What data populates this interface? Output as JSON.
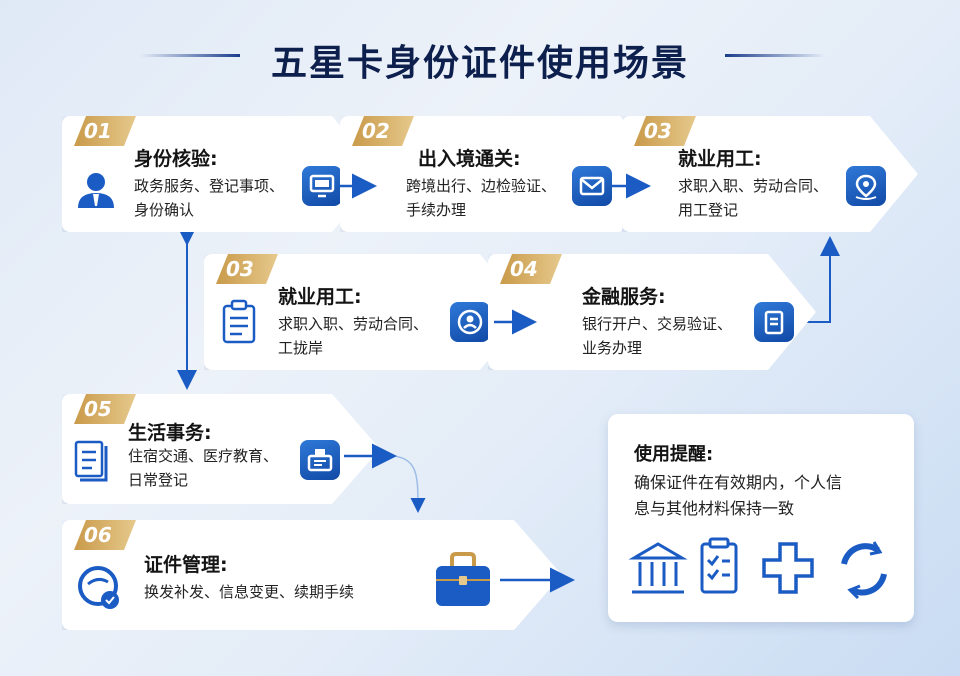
{
  "title": "五星卡身份证件使用场景",
  "colors": {
    "navy": "#0d1f4d",
    "blue": "#1b5bc4",
    "gold": "#c99a4a"
  },
  "cards": [
    {
      "num": "01",
      "title": "身份核验:",
      "desc": [
        "政务服务、登记事项、",
        "身份确认"
      ],
      "icons": [
        "person-icon",
        "monitor-icon"
      ]
    },
    {
      "num": "02",
      "title": "出入境通关:",
      "desc": [
        "跨境出行、边检验证、",
        "手续办理"
      ],
      "icons": [
        "mail-icon"
      ]
    },
    {
      "num": "03",
      "title": "就业用工:",
      "desc": [
        "求职入职、劳动合同、",
        "用工登记"
      ],
      "icons": [
        "location-pin-icon"
      ]
    },
    {
      "num": "03",
      "title": "就业用工:",
      "desc": [
        "求职入职、劳动合同、",
        "工拢岸"
      ],
      "icons": [
        "clipboard-icon",
        "user-badge-icon"
      ]
    },
    {
      "num": "04",
      "title": "金融服务:",
      "desc": [
        "银行开户、交易验证、",
        "业务办理"
      ],
      "icons": [
        "document-icon"
      ]
    },
    {
      "num": "05",
      "title": "生活事务:",
      "desc": [
        "住宿交通、医疗教育、",
        "日常登记"
      ],
      "icons": [
        "file-stack-icon",
        "service-counter-icon"
      ]
    },
    {
      "num": "06",
      "title": "证件管理:",
      "desc": [
        "换发补发、信息变更、续期手续"
      ],
      "icons": [
        "refresh-check-icon",
        "briefcase-icon"
      ]
    }
  ],
  "notice": {
    "title": "使用提醒:",
    "desc": [
      "确保证件在有效期内，个人信",
      "息与其他材料保持一致"
    ],
    "icons": [
      "bank-icon",
      "checklist-icon",
      "medical-cross-icon",
      "cycle-icon"
    ]
  }
}
